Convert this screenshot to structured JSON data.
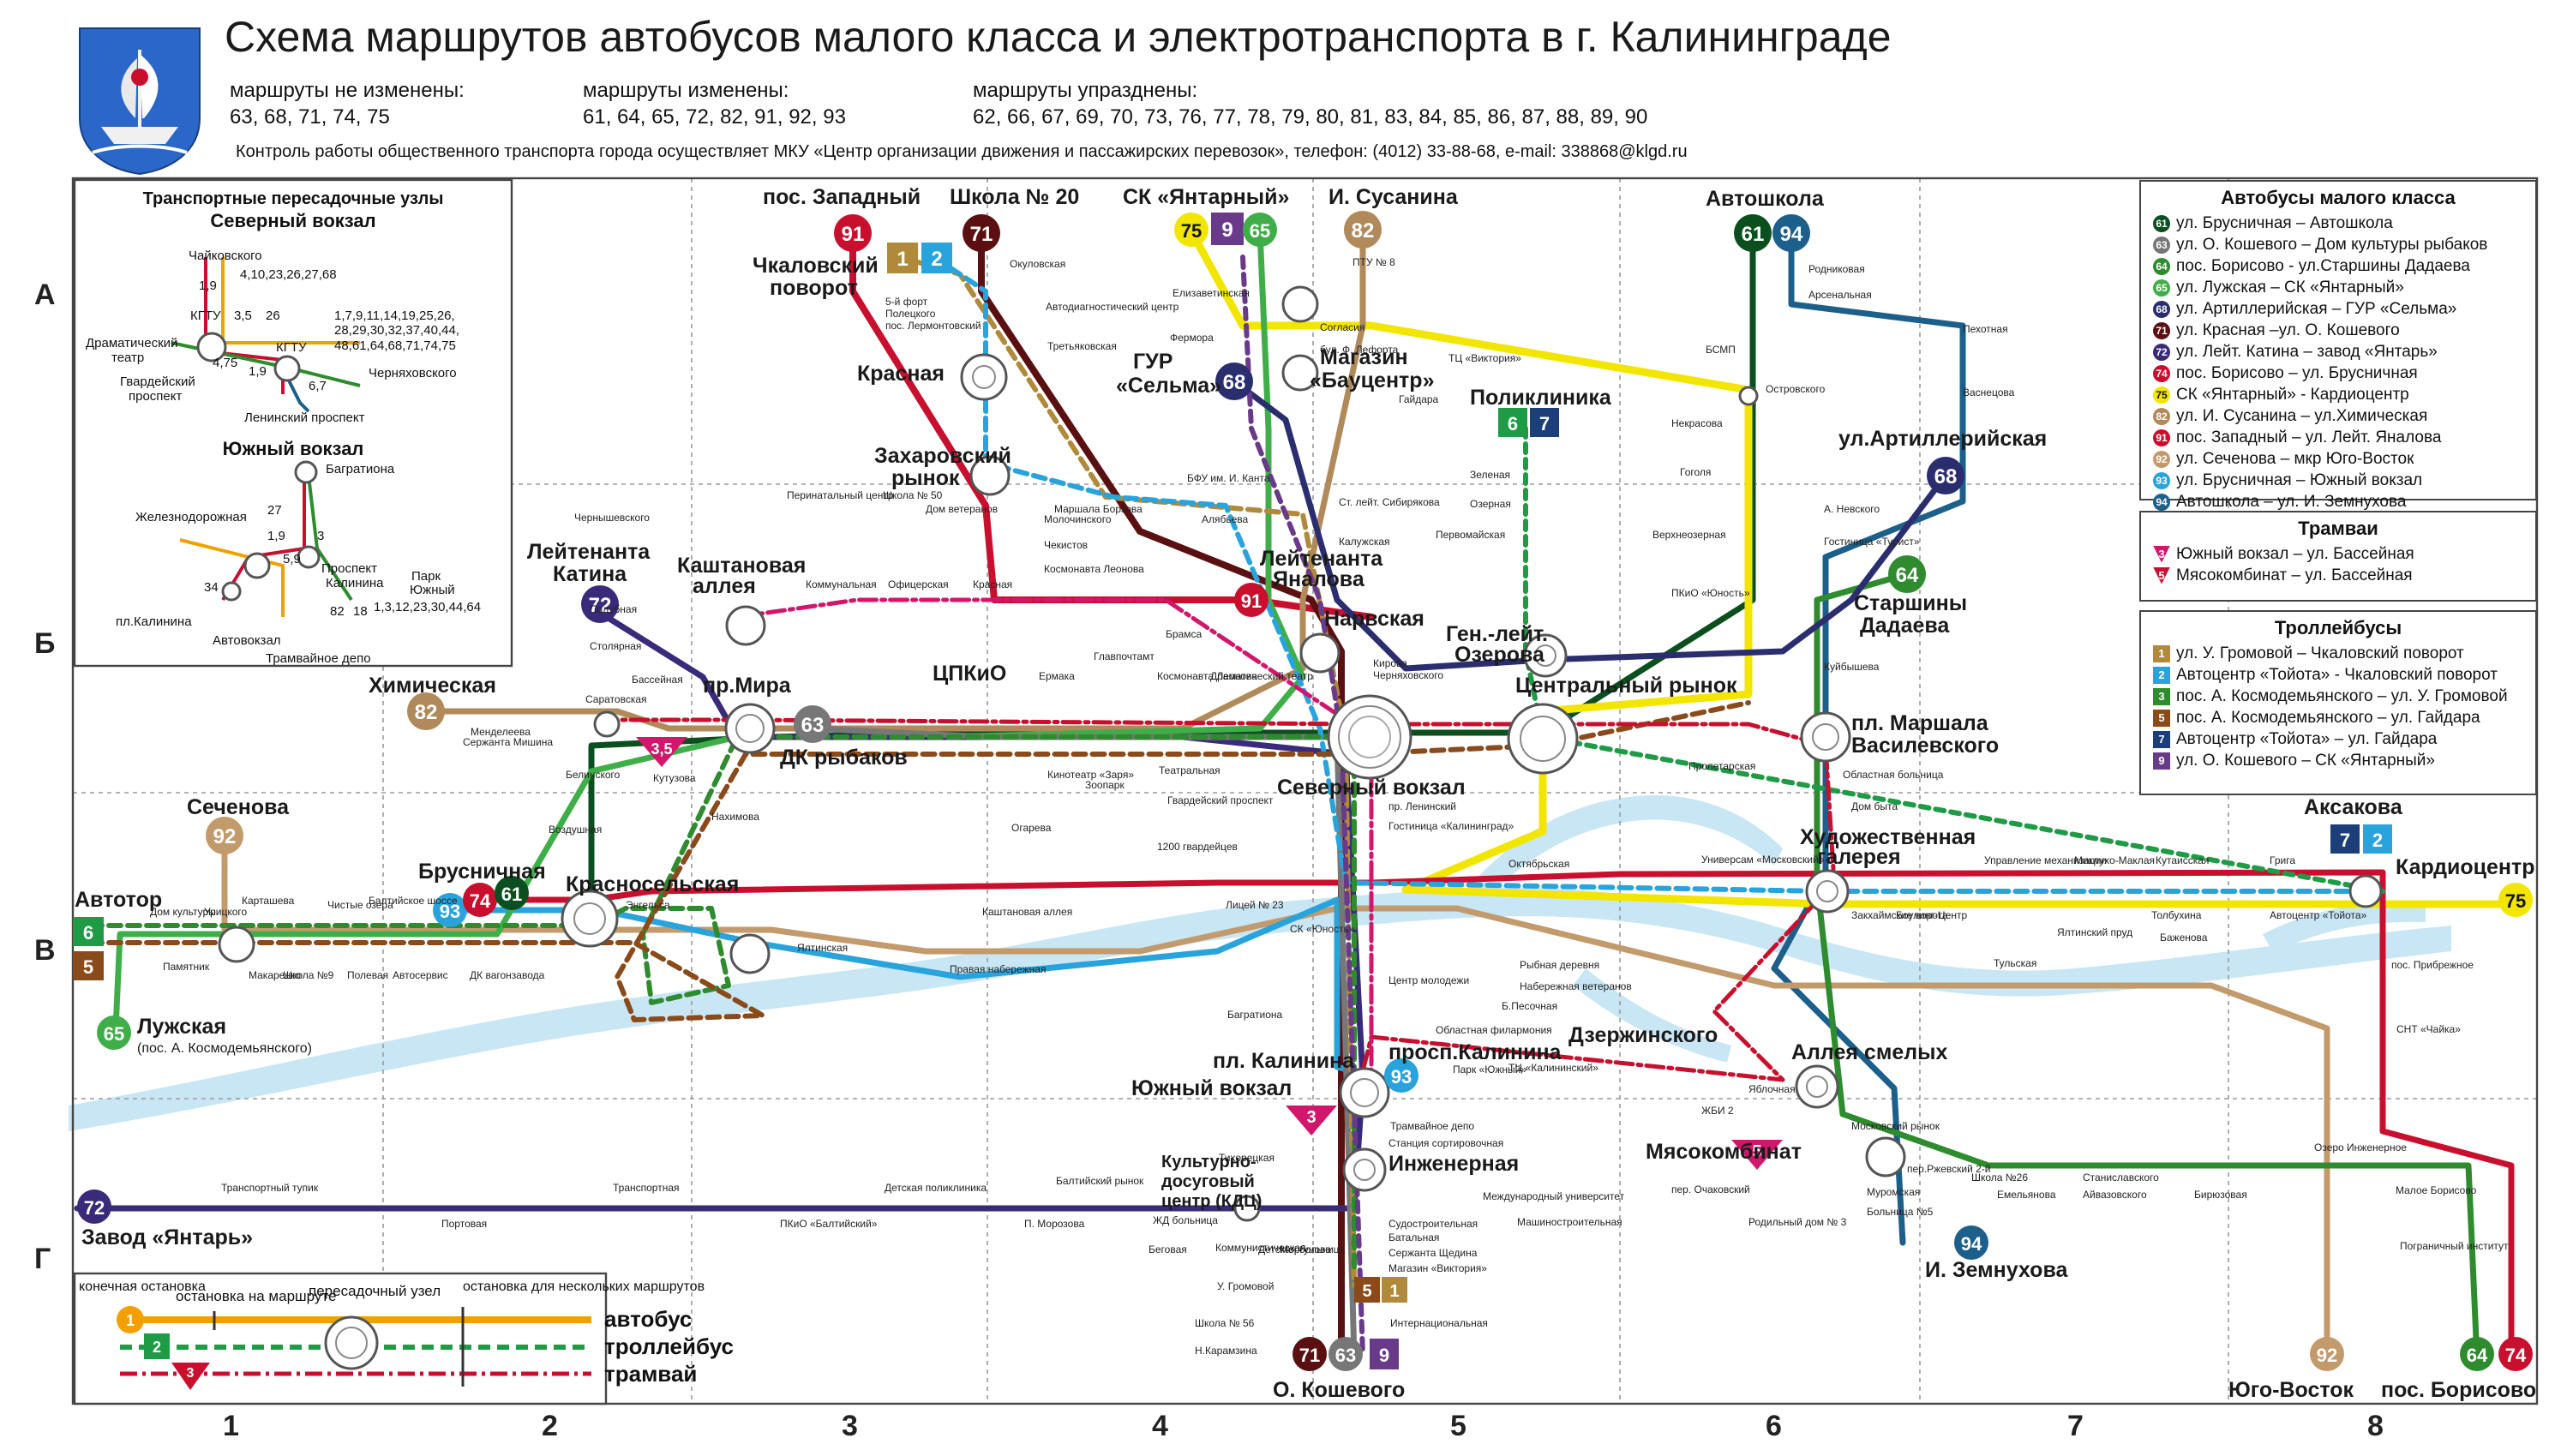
{
  "header": {
    "title": "Схема маршрутов автобусов малого класса и электротранспорта в г. Калининграде",
    "unchanged_label": "маршруты не изменены:",
    "unchanged_list": "63, 68, 71, 74, 75",
    "changed_label": "маршруты изменены:",
    "changed_list": "61, 64, 65, 72, 82, 91, 92, 93",
    "abolished_label": "маршруты упразднены:",
    "abolished_list": "62, 66, 67, 69, 70, 73, 76, 77, 78, 79, 80, 81, 83, 84, 85, 86, 87, 88, 89, 90",
    "control_note": "Контроль работы общественного транспорта города осуществляет МКУ «Центр организации движения и пассажирских перевозок», телефон: (4012) 33-88-68, e-mail: 338868@klgd.ru"
  },
  "colors": {
    "river": "#c9e6f5",
    "tram": "#c8102e",
    "trolley": "#1f9a45",
    "grid": "#9a9a9a",
    "r61": "#0b4f1f",
    "r63": "#777777",
    "r64": "#2e8b2e",
    "r65": "#3fae49",
    "r68": "#2b2e6e",
    "r71": "#5a1010",
    "r72": "#3a2a7a",
    "r74": "#c8102e",
    "r75": "#f2e600",
    "r82": "#b08a5a",
    "r91": "#c8102e",
    "r92": "#c39a6b",
    "r93": "#29a3dc",
    "r94": "#1c5f8a"
  },
  "grid": {
    "rows": [
      "А",
      "Б",
      "В",
      "Г"
    ],
    "cols": [
      "1",
      "2",
      "3",
      "4",
      "5",
      "6",
      "7",
      "8"
    ]
  },
  "inset": {
    "title1": "Транспортные пересадочные узлы",
    "title2": "Северный вокзал",
    "north_labels": [
      {
        "t": "Чайковского"
      },
      {
        "t": "4,10,23,26,27,68"
      },
      {
        "t": "1,9"
      },
      {
        "t": "КГТУ"
      },
      {
        "t": "3,5"
      },
      {
        "t": "26"
      },
      {
        "t": "1,7,9,11,14,19,25,26,"
      },
      {
        "t": "28,29,30,32,37,40,44,"
      },
      {
        "t": "48,61,64,68,71,74,75"
      },
      {
        "t": "Драматический"
      },
      {
        "t": "театр"
      },
      {
        "t": "4,75"
      },
      {
        "t": "КГТУ"
      },
      {
        "t": "Черняховского"
      },
      {
        "t": "Гвардейский"
      },
      {
        "t": "проспект"
      },
      {
        "t": "1,9"
      },
      {
        "t": "6,7"
      },
      {
        "t": "Ленинский проспект"
      }
    ],
    "south_title": "Южный вокзал",
    "south_labels": [
      {
        "t": "Багратиона"
      },
      {
        "t": "Железнодорожная"
      },
      {
        "t": "27"
      },
      {
        "t": "1,9"
      },
      {
        "t": "3"
      },
      {
        "t": "5,9"
      },
      {
        "t": "Проспект"
      },
      {
        "t": "Калинина"
      },
      {
        "t": "34"
      },
      {
        "t": "Парк"
      },
      {
        "t": "Южный"
      },
      {
        "t": "1,3,12,23,30,44,64"
      },
      {
        "t": "пл.Калинина"
      },
      {
        "t": "82"
      },
      {
        "t": "18"
      },
      {
        "t": "Автовокзал"
      },
      {
        "t": "Трамвайное депо"
      }
    ]
  },
  "legend_bus": {
    "title": "Автобусы малого класса",
    "items": [
      {
        "num": "61",
        "color": "#0b4f1f",
        "text": "ул. Брусничная – Автошкола"
      },
      {
        "num": "63",
        "color": "#777777",
        "text": "ул. О. Кошевого – Дом культуры рыбаков"
      },
      {
        "num": "64",
        "color": "#2e8b2e",
        "text": "пос. Борисово - ул.Старшины Дадаева"
      },
      {
        "num": "65",
        "color": "#3fae49",
        "text": "ул. Лужская – СК «Янтарный»"
      },
      {
        "num": "68",
        "color": "#2b2e6e",
        "text": "ул. Артиллерийская – ГУР «Сельма»"
      },
      {
        "num": "71",
        "color": "#5a1010",
        "text": "ул. Красная –ул. О. Кошевого"
      },
      {
        "num": "72",
        "color": "#3a2a7a",
        "text": "ул. Лейт. Катина – завод «Янтарь»"
      },
      {
        "num": "74",
        "color": "#c8102e",
        "text": "пос. Борисово – ул. Брусничная"
      },
      {
        "num": "75",
        "color": "#f2e600",
        "text": "СК «Янтарный» - Кардиоцентр"
      },
      {
        "num": "82",
        "color": "#b08a5a",
        "text": "ул. И. Сусанина – ул.Химическая"
      },
      {
        "num": "91",
        "color": "#c8102e",
        "text": "пос. Западный – ул. Лейт. Яналова"
      },
      {
        "num": "92",
        "color": "#c39a6b",
        "text": "ул. Сеченова – мкр Юго-Восток"
      },
      {
        "num": "93",
        "color": "#29a3dc",
        "text": "ул. Брусничная – Южный вокзал"
      },
      {
        "num": "94",
        "color": "#1c5f8a",
        "text": "Автошкола – ул. И. Земнухова"
      }
    ]
  },
  "legend_tram": {
    "title": "Трамваи",
    "items": [
      {
        "num": "3",
        "color": "#d1176b",
        "text": "Южный вокзал – ул. Бассейная"
      },
      {
        "num": "5",
        "color": "#c8102e",
        "text": "Мясокомбинат – ул. Бассейная"
      }
    ]
  },
  "legend_trolley": {
    "title": "Троллейбусы",
    "items": [
      {
        "num": "1",
        "color": "#b08a3a",
        "text": "ул. У. Громовой – Чкаловский поворот"
      },
      {
        "num": "2",
        "color": "#29a3dc",
        "text": "Автоцентр «Тойота» - Чкаловский поворот"
      },
      {
        "num": "3",
        "color": "#2e8b2e",
        "text": "пос. А. Космодемьянского – ул. У. Громовой"
      },
      {
        "num": "5",
        "color": "#8a4a1a",
        "text": "пос. А. Космодемьянского – ул. Гайдара"
      },
      {
        "num": "7",
        "color": "#1c3f7a",
        "text": "Автоцентр «Тойота» – ул. Гайдара"
      },
      {
        "num": "9",
        "color": "#6a3a8a",
        "text": "ул. О. Кошевого – СК «Янтарный»"
      }
    ]
  },
  "legend_bottom": {
    "terminal": "конечная остановка",
    "stop": "остановка на маршруте",
    "hub": "пересадочный узел",
    "multi": "остановка для нескольких маршрутов",
    "bus": "автобус",
    "trolley": "троллейбус",
    "tram": "трамвай",
    "bus_num": "1",
    "trolley_num": "2",
    "tram_num": "3"
  },
  "map_labels": {
    "big": [
      {
        "id": "zapadny",
        "t": "пос. Западный"
      },
      {
        "id": "shkola20",
        "t": "Школа № 20"
      },
      {
        "id": "sk",
        "t": "СК «Янтарный»"
      },
      {
        "id": "susanina",
        "t": "И. Сусанина"
      },
      {
        "id": "avtoshkola",
        "t": "Автошкола"
      },
      {
        "id": "chkalov1",
        "t": "Чкаловский"
      },
      {
        "id": "chkalov2",
        "t": "поворот"
      },
      {
        "id": "krasnaya",
        "t": "Красная"
      },
      {
        "id": "gur1",
        "t": "ГУР"
      },
      {
        "id": "gur2",
        "t": "«Сельма»"
      },
      {
        "id": "bauc1",
        "t": "Магазин"
      },
      {
        "id": "bauc2",
        "t": "«Бауцентр»"
      },
      {
        "id": "polikl",
        "t": "Поликлиника"
      },
      {
        "id": "artill",
        "t": "ул.Артиллерийская"
      },
      {
        "id": "zahar1",
        "t": "Захаровский"
      },
      {
        "id": "zahar2",
        "t": "рынок"
      },
      {
        "id": "katina1",
        "t": "Лейтенанта"
      },
      {
        "id": "katina2",
        "t": "Катина"
      },
      {
        "id": "kasht1",
        "t": "Каштановая"
      },
      {
        "id": "kasht2",
        "t": "аллея"
      },
      {
        "id": "yanal1",
        "t": "Лейтенанта"
      },
      {
        "id": "yanal2",
        "t": "Яналова"
      },
      {
        "id": "narv",
        "t": "Нарвская"
      },
      {
        "id": "ozer1",
        "t": "Ген.-лейт."
      },
      {
        "id": "ozer2",
        "t": "Озерова"
      },
      {
        "id": "dad1",
        "t": "Старшины"
      },
      {
        "id": "dad2",
        "t": "Дадаева"
      },
      {
        "id": "himich",
        "t": "Химическая"
      },
      {
        "id": "mira",
        "t": "пр.Мира"
      },
      {
        "id": "tspk",
        "t": "ЦПКиО"
      },
      {
        "id": "centr",
        "t": "Центральный рынок"
      },
      {
        "id": "vasil1",
        "t": "пл. Маршала"
      },
      {
        "id": "vasil2",
        "t": "Василевского"
      },
      {
        "id": "dkr",
        "t": "ДК рыбаков"
      },
      {
        "id": "sevvok",
        "t": "Северный вокзал"
      },
      {
        "id": "sechen",
        "t": "Сеченова"
      },
      {
        "id": "aksakova",
        "t": "Аксакова"
      },
      {
        "id": "hud1",
        "t": "Художественная"
      },
      {
        "id": "hud2",
        "t": "галерея"
      },
      {
        "id": "kardio",
        "t": "Кардиоцентр"
      },
      {
        "id": "avtotor",
        "t": "Автотор"
      },
      {
        "id": "brusn",
        "t": "Брусничная"
      },
      {
        "id": "krasnos",
        "t": "Красносельская"
      },
      {
        "id": "luzh",
        "t": "Лужская"
      },
      {
        "id": "luzh2",
        "t": "(пос. А. Космодемьянского)"
      },
      {
        "id": "kalin",
        "t": "просп.Калинина"
      },
      {
        "id": "dzerzh",
        "t": "Дзержинского"
      },
      {
        "id": "smelyh",
        "t": "Аллея смелых"
      },
      {
        "id": "yuzh",
        "t": "Южный вокзал"
      },
      {
        "id": "myaso",
        "t": "Мясокомбинат"
      },
      {
        "id": "inzh",
        "t": "Инженерная"
      },
      {
        "id": "kdc1",
        "t": "Культурно-"
      },
      {
        "id": "kdc2",
        "t": "досуговый"
      },
      {
        "id": "kdc3",
        "t": "центр (КДЦ)"
      },
      {
        "id": "zemn",
        "t": "И. Земнухова"
      },
      {
        "id": "yantar",
        "t": "Завод «Янтарь»"
      },
      {
        "id": "koshev",
        "t": "О. Кошевого"
      },
      {
        "id": "ugovos",
        "t": "Юго-Восток"
      },
      {
        "id": "boris",
        "t": "пос. Борисово"
      },
      {
        "id": "plkalin",
        "t": "пл. Калинина"
      }
    ],
    "small": [
      {
        "t": "Окуловская"
      },
      {
        "t": "Автодиагностический центр"
      },
      {
        "t": "Третьяковская"
      },
      {
        "t": "5-й форт"
      },
      {
        "t": "Полецкого"
      },
      {
        "t": "пос. Лермонтовский"
      },
      {
        "t": "Елизаветинская"
      },
      {
        "t": "Фермора"
      },
      {
        "t": "бул. Ф. Лефорта"
      },
      {
        "t": "Согласия"
      },
      {
        "t": "ПТУ № 8"
      },
      {
        "t": "Родниковая"
      },
      {
        "t": "Арсенальная"
      },
      {
        "t": "Пехотная"
      },
      {
        "t": "Васнецова"
      },
      {
        "t": "БСМП"
      },
      {
        "t": "Островского"
      },
      {
        "t": "ТЦ «Виктория»"
      },
      {
        "t": "Гайдара"
      },
      {
        "t": "Некрасова"
      },
      {
        "t": "Гоголя"
      },
      {
        "t": "Зеленая"
      },
      {
        "t": "Озерная"
      },
      {
        "t": "Первомайская"
      },
      {
        "t": "Верхнеозерная"
      },
      {
        "t": "ПКиО «Юность»"
      },
      {
        "t": "А. Невского"
      },
      {
        "t": "Гостиница «Турист»"
      },
      {
        "t": "Куйбышева"
      },
      {
        "t": "Ст. лейт. Сибирякова"
      },
      {
        "t": "Калужская"
      },
      {
        "t": "БФУ им. И. Канта"
      },
      {
        "t": "Маршала Борзова"
      },
      {
        "t": "Дом ветеранов"
      },
      {
        "t": "Алябьева"
      },
      {
        "t": "Молочинского"
      },
      {
        "t": "Чекистов"
      },
      {
        "t": "Космонавта Леонова"
      },
      {
        "t": "Перинатальный центр"
      },
      {
        "t": "Школа № 50"
      },
      {
        "t": "Чернышевского"
      },
      {
        "t": "Коммунальная"
      },
      {
        "t": "Офицерская"
      },
      {
        "t": "Красная"
      },
      {
        "t": "Палубная"
      },
      {
        "t": "Столярная"
      },
      {
        "t": "Бассейная"
      },
      {
        "t": "Саратовская"
      },
      {
        "t": "Менделеева"
      },
      {
        "t": "Сержанта Мишина"
      },
      {
        "t": "Белинского"
      },
      {
        "t": "Кутузова"
      },
      {
        "t": "Нахимова"
      },
      {
        "t": "Воздушная"
      },
      {
        "t": "Главпочтамт"
      },
      {
        "t": "Ермака"
      },
      {
        "t": "Брамса"
      },
      {
        "t": "Космонавта Леонова"
      },
      {
        "t": "Драматический театр"
      },
      {
        "t": "Кинотеатр «Заря»"
      },
      {
        "t": "Зоопарк"
      },
      {
        "t": "Гвардейский проспект"
      },
      {
        "t": "Театральная"
      },
      {
        "t": "Огарева"
      },
      {
        "t": "Кирова"
      },
      {
        "t": "Черняховского"
      },
      {
        "t": "Пролетарская"
      },
      {
        "t": "Областная больница"
      },
      {
        "t": "Дом быта"
      },
      {
        "t": "пр. Ленинский"
      },
      {
        "t": "Гостиница «Калининград»"
      },
      {
        "t": "Октябрьская"
      },
      {
        "t": "Универсам «Московский»"
      },
      {
        "t": "1200 гвардейцев"
      },
      {
        "t": "Лицей № 23"
      },
      {
        "t": "СК «Юность»"
      },
      {
        "t": "Каштановая аллея"
      },
      {
        "t": "Правая набережная"
      },
      {
        "t": "Дом культуры"
      },
      {
        "t": "Урицкого"
      },
      {
        "t": "Карташева"
      },
      {
        "t": "Чистые озера"
      },
      {
        "t": "Балтийское шоссе"
      },
      {
        "t": "Памятник"
      },
      {
        "t": "Макаренко"
      },
      {
        "t": "Школа №9"
      },
      {
        "t": "Полевая"
      },
      {
        "t": "Автосервис"
      },
      {
        "t": "ДК вагонзавода"
      },
      {
        "t": "Энгельса"
      },
      {
        "t": "Ялтинская"
      },
      {
        "t": "Управление механизации"
      },
      {
        "t": "Миклухо-Маклая"
      },
      {
        "t": "Кутаисская"
      },
      {
        "t": "Грига"
      },
      {
        "t": "Закхаймские ворота"
      },
      {
        "t": "Боулинг-Центр"
      },
      {
        "t": "Ялтинский пруд"
      },
      {
        "t": "Тульская"
      },
      {
        "t": "Толбухина"
      },
      {
        "t": "Баженова"
      },
      {
        "t": "Автоцентр «Тойота»"
      },
      {
        "t": "пос. Прибрежное"
      },
      {
        "t": "СНТ «Чайка»"
      },
      {
        "t": "Центр молодежи"
      },
      {
        "t": "Б.Песочная"
      },
      {
        "t": "Областная филармония"
      },
      {
        "t": "Рыбная деревня"
      },
      {
        "t": "Набережная ветеранов"
      },
      {
        "t": "Парк «Южный»"
      },
      {
        "t": "ТЦ «Калининский»"
      },
      {
        "t": "Багратиона"
      },
      {
        "t": "ЖБИ 2"
      },
      {
        "t": "Яблочная"
      },
      {
        "t": "Московский рынок"
      },
      {
        "t": "Трамвайное депо"
      },
      {
        "t": "Станция сортировочная"
      },
      {
        "t": "Тихорецкая"
      },
      {
        "t": "Судостроительная"
      },
      {
        "t": "Батальная"
      },
      {
        "t": "Сержанта Щедина"
      },
      {
        "t": "Магазин «Виктория»"
      },
      {
        "t": "Интернациональная"
      },
      {
        "t": "У. Громовой"
      },
      {
        "t": "Школа № 56"
      },
      {
        "t": "Н.Карамзина"
      },
      {
        "t": "Международный университет"
      },
      {
        "t": "Машиностроительная"
      },
      {
        "t": "пер. Очаковский"
      },
      {
        "t": "Родильный дом № 3"
      },
      {
        "t": "Муромская"
      },
      {
        "t": "Больница №5"
      },
      {
        "t": "пер.Ржевский 2-й"
      },
      {
        "t": "Школа №26"
      },
      {
        "t": "Станиславского"
      },
      {
        "t": "Емельянова"
      },
      {
        "t": "Айвазовского"
      },
      {
        "t": "Бирюзовая"
      },
      {
        "t": "Озеро Инженерное"
      },
      {
        "t": "Малое Борисово"
      },
      {
        "t": "Пограничный институт"
      },
      {
        "t": "Транспортный тупик"
      },
      {
        "t": "Портовая"
      },
      {
        "t": "Транспортная"
      },
      {
        "t": "Детская поликлиника"
      },
      {
        "t": "ПКиО «Балтийский»"
      },
      {
        "t": "Балтийский рынок"
      },
      {
        "t": "П. Морозова"
      },
      {
        "t": "ЖД больница"
      },
      {
        "t": "Беговая"
      },
      {
        "t": "Коммунистическая"
      },
      {
        "t": "Детская больница"
      },
      {
        "t": "Моргунова"
      }
    ]
  }
}
